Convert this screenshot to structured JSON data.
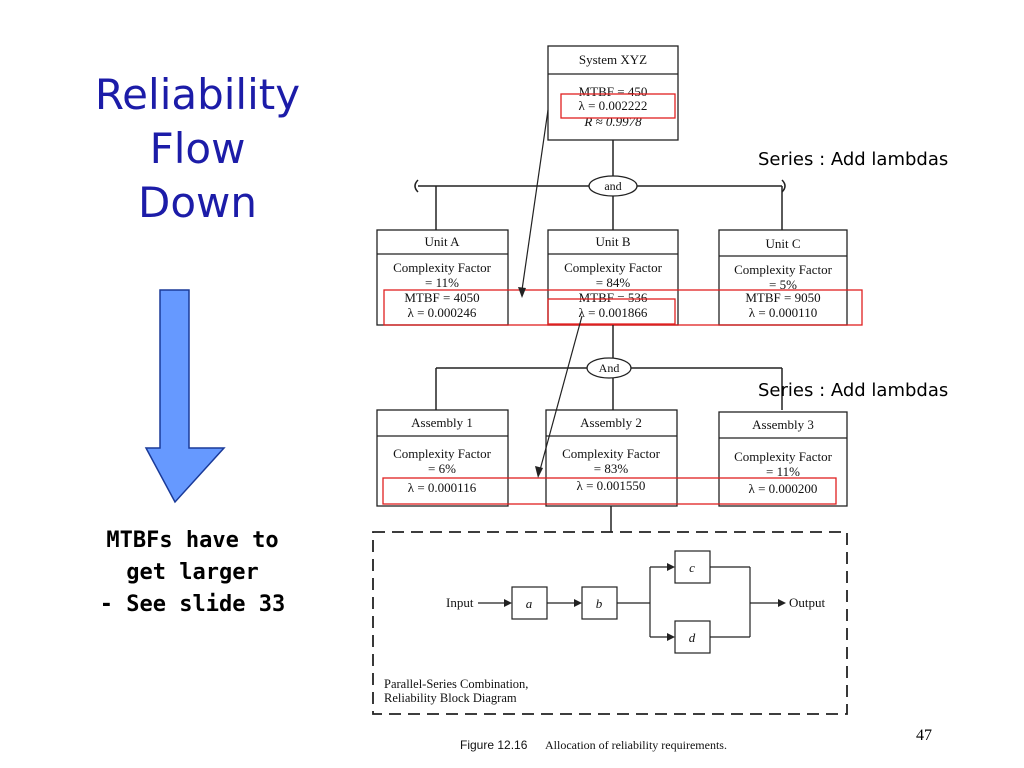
{
  "title_lines": [
    "Reliability",
    "Flow",
    "Down"
  ],
  "note_lines": [
    "MTBFs have to",
    "get larger",
    "- See slide 33"
  ],
  "series_labels": [
    "Series : Add lambdas",
    "Series : Add lambdas"
  ],
  "page_number": "47",
  "figure_caption": {
    "number": "Figure 12.16",
    "text": "Allocation of reliability requirements."
  },
  "system": {
    "name": "System XYZ",
    "mtbf": "MTBF = 450",
    "lambda": "λ = 0.002222",
    "r": "R ≈ 0.9978"
  },
  "connectors": {
    "level1": "and",
    "level2": "And"
  },
  "units": [
    {
      "name": "Unit A",
      "cf": "Complexity Factor",
      "cf_value": "= 11%",
      "mtbf": "MTBF = 4050",
      "lambda": "λ = 0.000246"
    },
    {
      "name": "Unit B",
      "cf": "Complexity Factor",
      "cf_value": "= 84%",
      "mtbf": "MTBF = 536",
      "lambda": "λ = 0.001866"
    },
    {
      "name": "Unit C",
      "cf": "Complexity Factor",
      "cf_value": "= 5%",
      "mtbf": "MTBF = 9050",
      "lambda": "λ = 0.000110"
    }
  ],
  "assemblies": [
    {
      "name": "Assembly 1",
      "cf": "Complexity Factor",
      "cf_value": "= 6%",
      "lambda": "λ = 0.000116"
    },
    {
      "name": "Assembly 2",
      "cf": "Complexity Factor",
      "cf_value": "= 83%",
      "lambda": "λ = 0.001550"
    },
    {
      "name": "Assembly 3",
      "cf": "Complexity Factor",
      "cf_value": "= 11%",
      "lambda": "λ = 0.000200"
    }
  ],
  "block_diagram": {
    "input": "Input",
    "output": "Output",
    "blocks": [
      "a",
      "b",
      "c",
      "d"
    ],
    "caption_lines": [
      "Parallel-Series Combination,",
      "Reliability Block Diagram"
    ]
  },
  "colors": {
    "title": "#1c1ca8",
    "arrow_fill": "#6699ff",
    "arrow_stroke": "#1a3a99",
    "highlight": "#e02020"
  }
}
